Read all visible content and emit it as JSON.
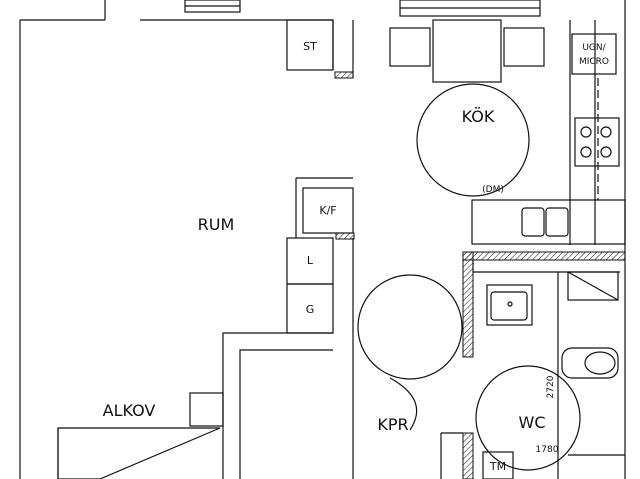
{
  "rooms": {
    "rum": "RUM",
    "kok": "KÖK",
    "alkov": "ALKOV",
    "kpr": "KPR",
    "wc": "WC"
  },
  "fixtures": {
    "st": "ST",
    "kf": "K/F",
    "l": "L",
    "g": "G",
    "ugn_line1": "UGN/",
    "ugn_line2": "MICRO",
    "dm": "(DM)",
    "tm": "TM"
  },
  "dimensions": {
    "wc_height": "2720",
    "wc_width": "1780"
  }
}
